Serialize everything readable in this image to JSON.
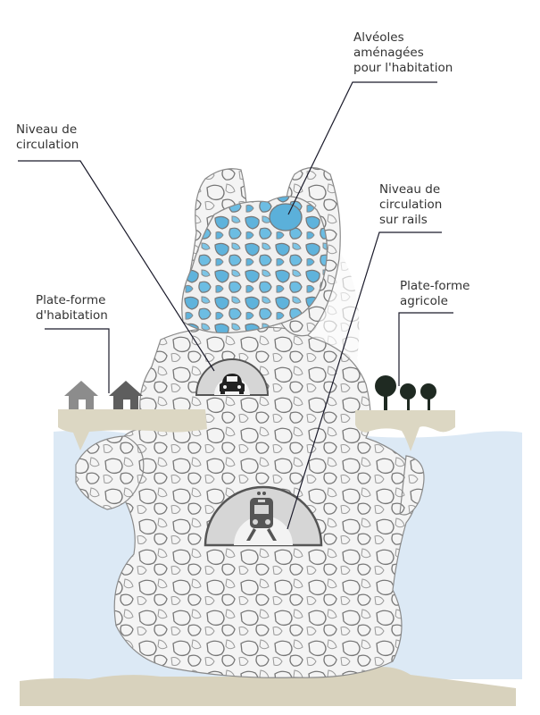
{
  "diagram": {
    "type": "architectural-section-illustration",
    "subject": "Porous lattice structure rising from the sea floor with habitable cells, transport tunnels and floating platforms",
    "labels": {
      "alveoles": "Alvéoles\naménagées\npour l'habitation",
      "niveau_circulation": "Niveau de\ncirculation",
      "niveau_rails": "Niveau de\ncirculation\nsur rails",
      "plateforme_habitation": "Plate-forme\nd'habitation",
      "plateforme_agricole": "Plate-forme\nagricole"
    },
    "icons": {
      "car_tunnel": "car-icon",
      "rail_tunnel": "train-icon",
      "houses": "house-icon",
      "trees": "tree-icon"
    },
    "colors": {
      "water": "#dce9f5",
      "seabed": "#d8d2bd",
      "platform": "#dcd7c3",
      "cell_blue": "#5fb3dc",
      "lattice": "#f2f2f2",
      "lattice_stroke": "#7a7a7a",
      "tunnel_fill": "#d6d6d6",
      "tunnel_stroke": "#555555",
      "house_light": "#8c8c8c",
      "house_dark": "#5e5e5e",
      "tree": "#1f2a22",
      "leader_line": "#1a1a2a",
      "text": "#333333"
    }
  }
}
